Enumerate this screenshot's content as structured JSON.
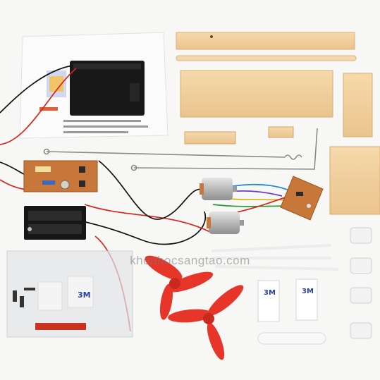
{
  "watermark": "khoahocsangtao.com",
  "tape_label": "3M",
  "colors": {
    "wood": "#f3d3a3",
    "wood_dark": "#e2b57d",
    "pcb": "#c8773a",
    "propeller": "#e8352a",
    "motor": "#c9c9c9",
    "battery_box": "#151515",
    "wire_red": "#d8241c",
    "wire_black": "#111111"
  },
  "items": [
    "instruction-card",
    "battery-pack",
    "wood-plank",
    "wooden-dowel",
    "balsa-panel",
    "small-wood-blocks",
    "remote-pcb",
    "receiver-pcb",
    "dc-motor",
    "propeller",
    "spring-wire",
    "zip-ties",
    "foam-tape",
    "plastic-clips",
    "screw-bag"
  ]
}
